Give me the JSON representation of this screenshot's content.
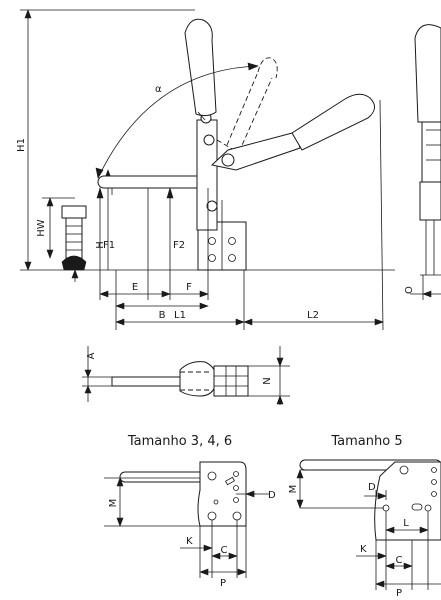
{
  "labels": {
    "H1": "H1",
    "HW": "HW",
    "H": "H",
    "F1": "F1",
    "F2": "F2",
    "E": "E",
    "F": "F",
    "B": "B",
    "L1": "L1",
    "L2": "L2",
    "alpha": "α",
    "O": "O",
    "A": "A",
    "N": "N",
    "M": "M",
    "D": "D",
    "K": "K",
    "C": "C",
    "P": "P",
    "L": "L"
  },
  "captions": {
    "left": "Tamanho 3, 4, 6",
    "right": "Tamanho 5"
  }
}
